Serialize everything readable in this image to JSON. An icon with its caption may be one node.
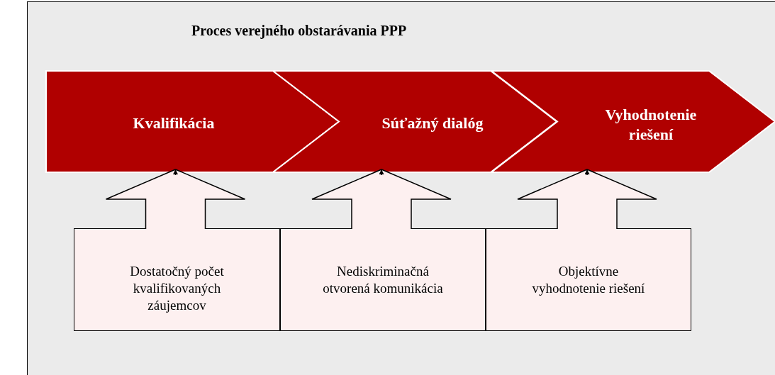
{
  "diagram": {
    "title": "Proces verejného obstarávania PPP",
    "nodes": [
      {
        "text": [
          "Kvalifikácia"
        ]
      },
      {
        "text": [
          "Súťažný dialóg"
        ]
      },
      {
        "text": [
          "Vyhodnotenie riešení"
        ]
      },
      {
        "text": [
          "Dostatočný počet kvalifikovaných záujemcov"
        ]
      },
      {
        "text": [
          "Nediskriminačná otvorená komunikácia"
        ]
      },
      {
        "text": [
          "Objektívne vyhodnotenie riešení"
        ]
      }
    ],
    "edges": [
      {
        "from": 3,
        "to": 0,
        "arrow": "to"
      },
      {
        "from": 4,
        "to": 1,
        "arrow": "to"
      },
      {
        "from": 5,
        "to": 2,
        "arrow": "to"
      }
    ]
  }
}
